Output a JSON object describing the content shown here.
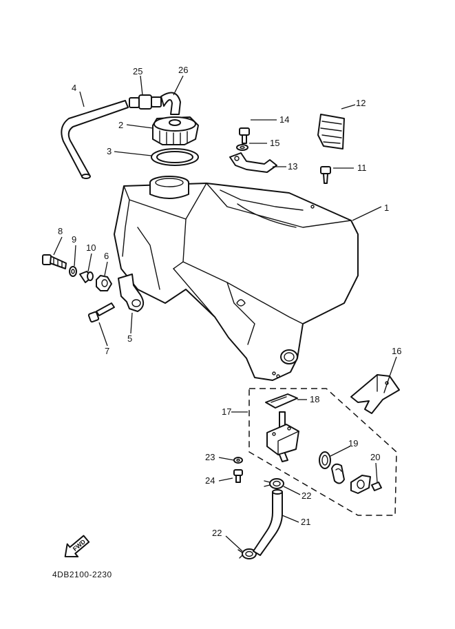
{
  "diagram": {
    "drawing_code": "4DB2100-2230",
    "direction_badge": "FWD",
    "callouts": {
      "c1": "1",
      "c2": "2",
      "c3": "3",
      "c4": "4",
      "c5": "5",
      "c6": "6",
      "c7": "7",
      "c8": "8",
      "c9": "9",
      "c10": "10",
      "c11": "11",
      "c12": "12",
      "c13": "13",
      "c14": "14",
      "c15": "15",
      "c16": "16",
      "c17": "17",
      "c18": "18",
      "c19": "19",
      "c20": "20",
      "c21": "21",
      "c22a": "22",
      "c22b": "22",
      "c23": "23",
      "c24": "24",
      "c25": "25",
      "c26": "26"
    }
  }
}
